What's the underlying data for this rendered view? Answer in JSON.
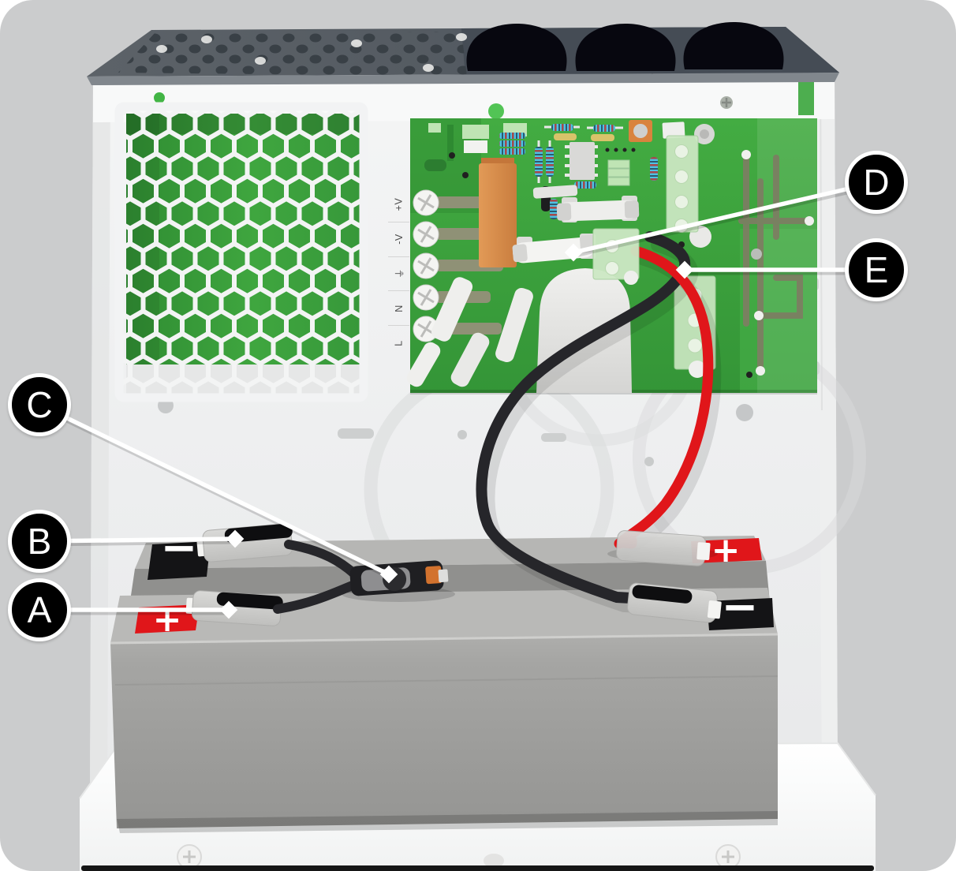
{
  "figure": {
    "kind": "technical-illustration",
    "subject": "Power supply enclosure with PCB and standby batteries — wiring callout diagram"
  },
  "callouts": {
    "a": {
      "letter": "A",
      "target": "front-battery-positive-connector"
    },
    "b": {
      "letter": "B",
      "target": "rear-battery-negative-connector"
    },
    "c": {
      "letter": "C",
      "target": "inline-battery-fuse-holder"
    },
    "d": {
      "letter": "D",
      "target": "pcb-output-fuse"
    },
    "e": {
      "letter": "E",
      "target": "battery-power-leads"
    }
  },
  "pcb": {
    "terminal_labels": [
      "+V",
      "-V",
      "⏚",
      "N",
      "L"
    ]
  },
  "batteries": {
    "rear": {
      "left_mark": "−",
      "right_mark": "+"
    },
    "front": {
      "left_mark": "+",
      "right_mark": "−"
    }
  },
  "colors": {
    "background": "#cbcccd",
    "enclosure": "#f2f3f3",
    "pcb_green": "#3aa53c",
    "wire_red": "#e0161a",
    "wire_black": "#26262a",
    "battery_gray": "#a3a3a1",
    "panel_dark": "#535960",
    "callout_fill": "#000000",
    "callout_ring": "#ffffff",
    "callout_text": "#ffffff"
  }
}
